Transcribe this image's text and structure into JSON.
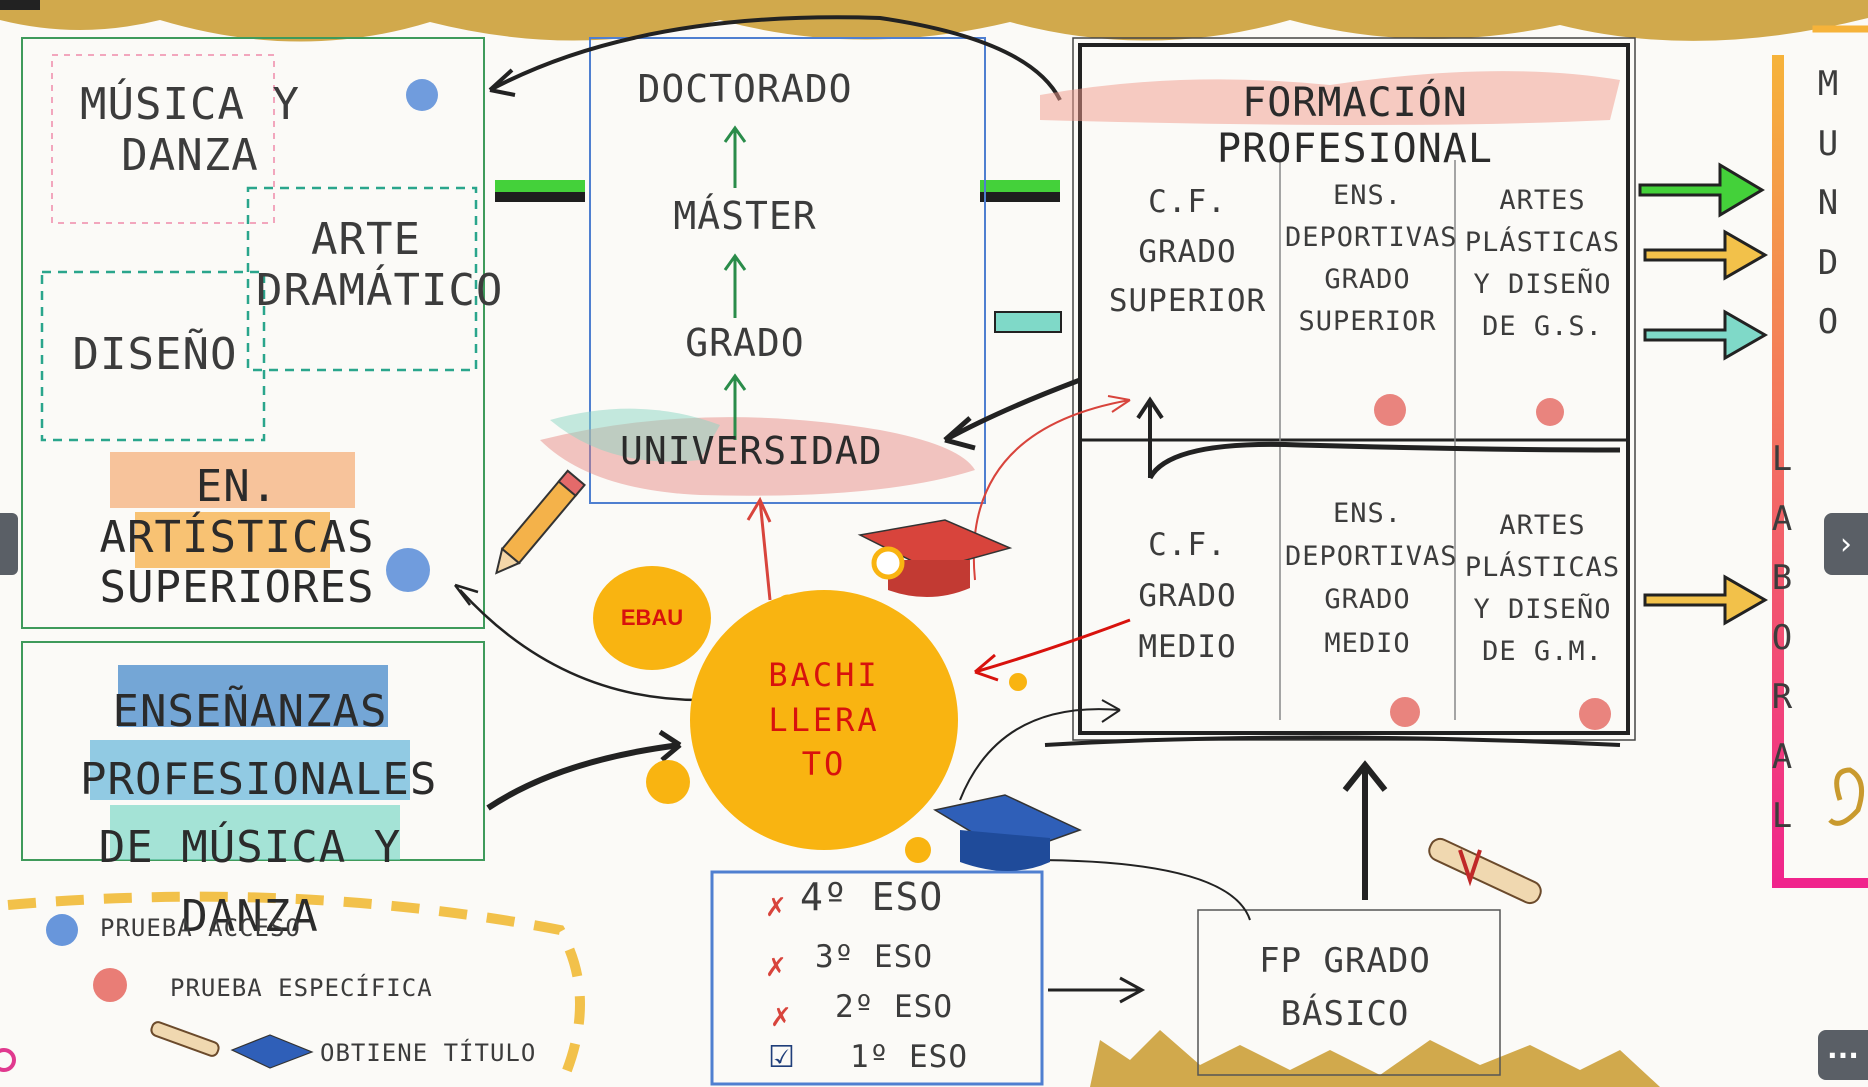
{
  "artisticas": {
    "musica_danza": "MÚSICA Y DANZA",
    "arte_dramatico": "ARTE DRAMÁTICO",
    "diseno": "DISEÑO",
    "titulo": "EN. ARTÍSTICAS SUPERIORES"
  },
  "profesionales_musica": "ENSEÑANZAS PROFESIONALES DE MÚSICA Y DANZA",
  "universidad": {
    "doctorado": "DOCTORADO",
    "master": "MÁSTER",
    "grado": "GRADO",
    "titulo": "UNIVERSIDAD"
  },
  "fp": {
    "titulo": "FORMACIÓN PROFESIONAL",
    "superior": [
      "C.F. GRADO SUPERIOR",
      "ENS. DEPORTIVAS GRADO SUPERIOR",
      "ARTES PLÁSTICAS Y DISEÑO DE G.S."
    ],
    "medio": [
      "C.F. GRADO MEDIO",
      "ENS. DEPORTIVAS GRADO MEDIO",
      "ARTES PLÁSTICAS Y DISEÑO DE G.M."
    ]
  },
  "ebau": "EBAU",
  "bachillerato": "BACHI\nLLERA\nTO",
  "eso": [
    "4º ESO",
    "3º ESO",
    "2º ESO",
    "1º ESO"
  ],
  "fp_basico": "FP GRADO BÁSICO",
  "mundo": "M\nU\nN\nD\nO",
  "laboral": "L\nA\nB\nO\nR\nA\nL",
  "leyenda": {
    "acceso": "PRUEBA ACCESO",
    "especifica": "PRUEBA ESPECÍFICA",
    "titulo": "OBTIENE TÍTULO"
  },
  "colors": {
    "accent_orange": "#f9b411",
    "text_red": "#d8120d",
    "green_arrow": "#44d13a",
    "gold": "#c99a2e",
    "teal": "#7fd9c8",
    "pink": "#f0248c"
  },
  "icons": [
    "circle-blue-icon",
    "circle-red-icon",
    "pencil-icon",
    "graduation-cap-icon",
    "diploma-icon",
    "chevron-right-icon",
    "more-icon"
  ]
}
